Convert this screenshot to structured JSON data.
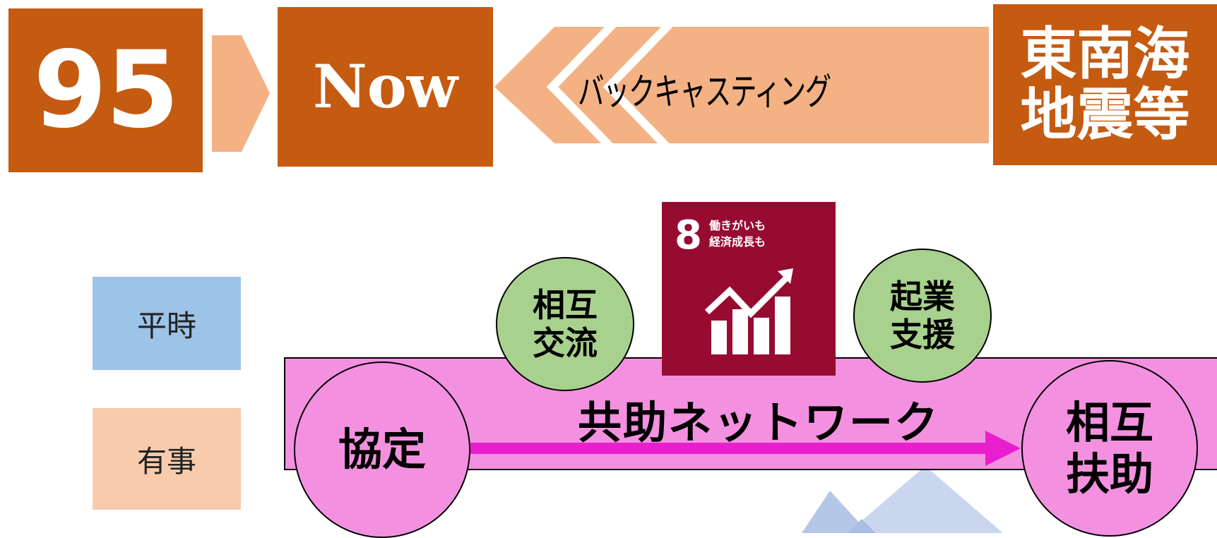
{
  "header": {
    "year": "95",
    "now": "Now",
    "backcasting": "バックキャスティング",
    "disaster": "東南海\n地震等"
  },
  "legend": {
    "normal": "平時",
    "emergency": "有事"
  },
  "network": {
    "label": "共助ネットワーク",
    "start": "協定",
    "end": "相互\n扶助",
    "left_bubble": "相互\n交流",
    "right_bubble": "起業\n支援"
  },
  "sdg": {
    "number": "8",
    "text": "働きがいも\n経済成長も",
    "icon": "growth-chart-icon"
  },
  "colors": {
    "orange": "#c55a11",
    "peach": "#f4b183",
    "legend_blue": "#9dc3e6",
    "legend_peach": "#f8cbad",
    "pink_band": "#f391e0",
    "magenta_arrow": "#e91ecf",
    "bubble_green": "#a9d18e",
    "sdg_red": "#970b31",
    "triangle_blue": "#b4c7e7"
  }
}
